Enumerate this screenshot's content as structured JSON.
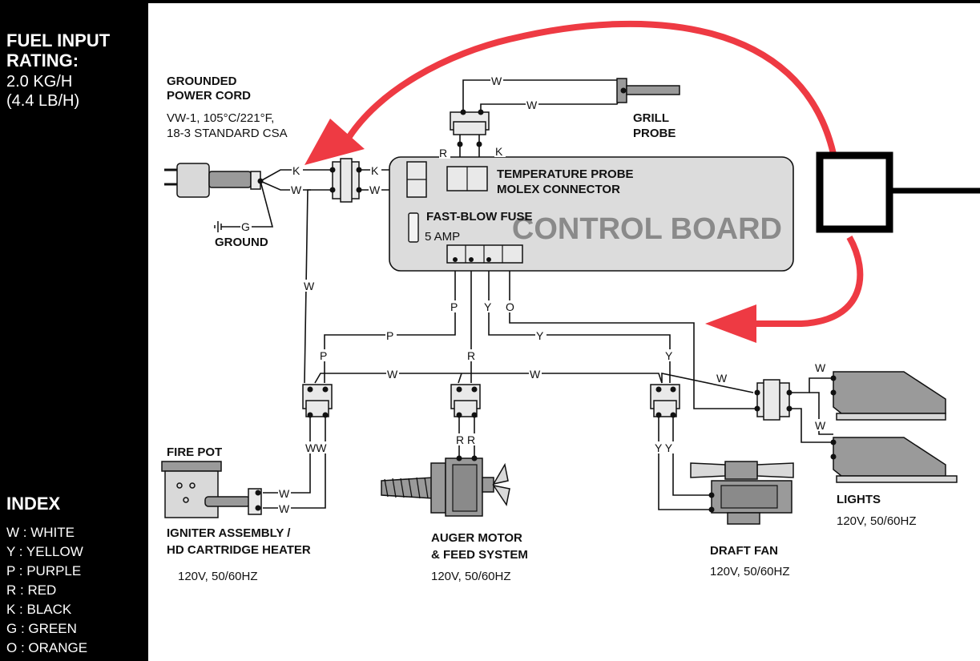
{
  "fuel": {
    "title_line1": "FUEL INPUT",
    "title_line2": "RATING:",
    "kg": "2.0 KG/H",
    "lb": "(4.4 LB/H)"
  },
  "index": {
    "title": "INDEX",
    "items": [
      "W : WHITE",
      "Y : YELLOW",
      "P : PURPLE",
      "R : RED",
      "K : BLACK",
      "G : GREEN",
      "O : ORANGE"
    ]
  },
  "components": {
    "power_cord": {
      "title1": "GROUNDED",
      "title2": "POWER CORD",
      "spec1": "VW-1, 105°C/221°F,",
      "spec2": "18-3 STANDARD CSA"
    },
    "ground": "GROUND",
    "grill_probe1": "GRILL",
    "grill_probe2": "PROBE",
    "molex1": "TEMPERATURE PROBE",
    "molex2": "MOLEX CONNECTOR",
    "fuse": "FAST-BLOW FUSE",
    "fuse_rating": "5 AMP",
    "control_board": "CONTROL BOARD",
    "fire_pot": "FIRE POT",
    "igniter1": "IGNITER ASSEMBLY /",
    "igniter2": "HD CARTRIDGE HEATER",
    "igniter_spec": "120V, 50/60HZ",
    "auger1": "AUGER MOTOR",
    "auger2": "& FEED SYSTEM",
    "auger_spec": "120V, 50/60HZ",
    "fan": "DRAFT FAN",
    "fan_spec": "120V, 50/60HZ",
    "lights": "LIGHTS",
    "lights_spec": "120V, 50/60HZ"
  },
  "wire_labels": {
    "white": "W",
    "black": "K",
    "green": "G",
    "purple": "P",
    "red": "R",
    "yellow": "Y",
    "orange": "O",
    "white_pair": "WW",
    "red_pair": "R R",
    "yellow_pair": "Y Y"
  },
  "colors": {
    "arrow": "#ee3a43",
    "board": "#dcdcdc",
    "board_text": "#8a8a8a"
  }
}
